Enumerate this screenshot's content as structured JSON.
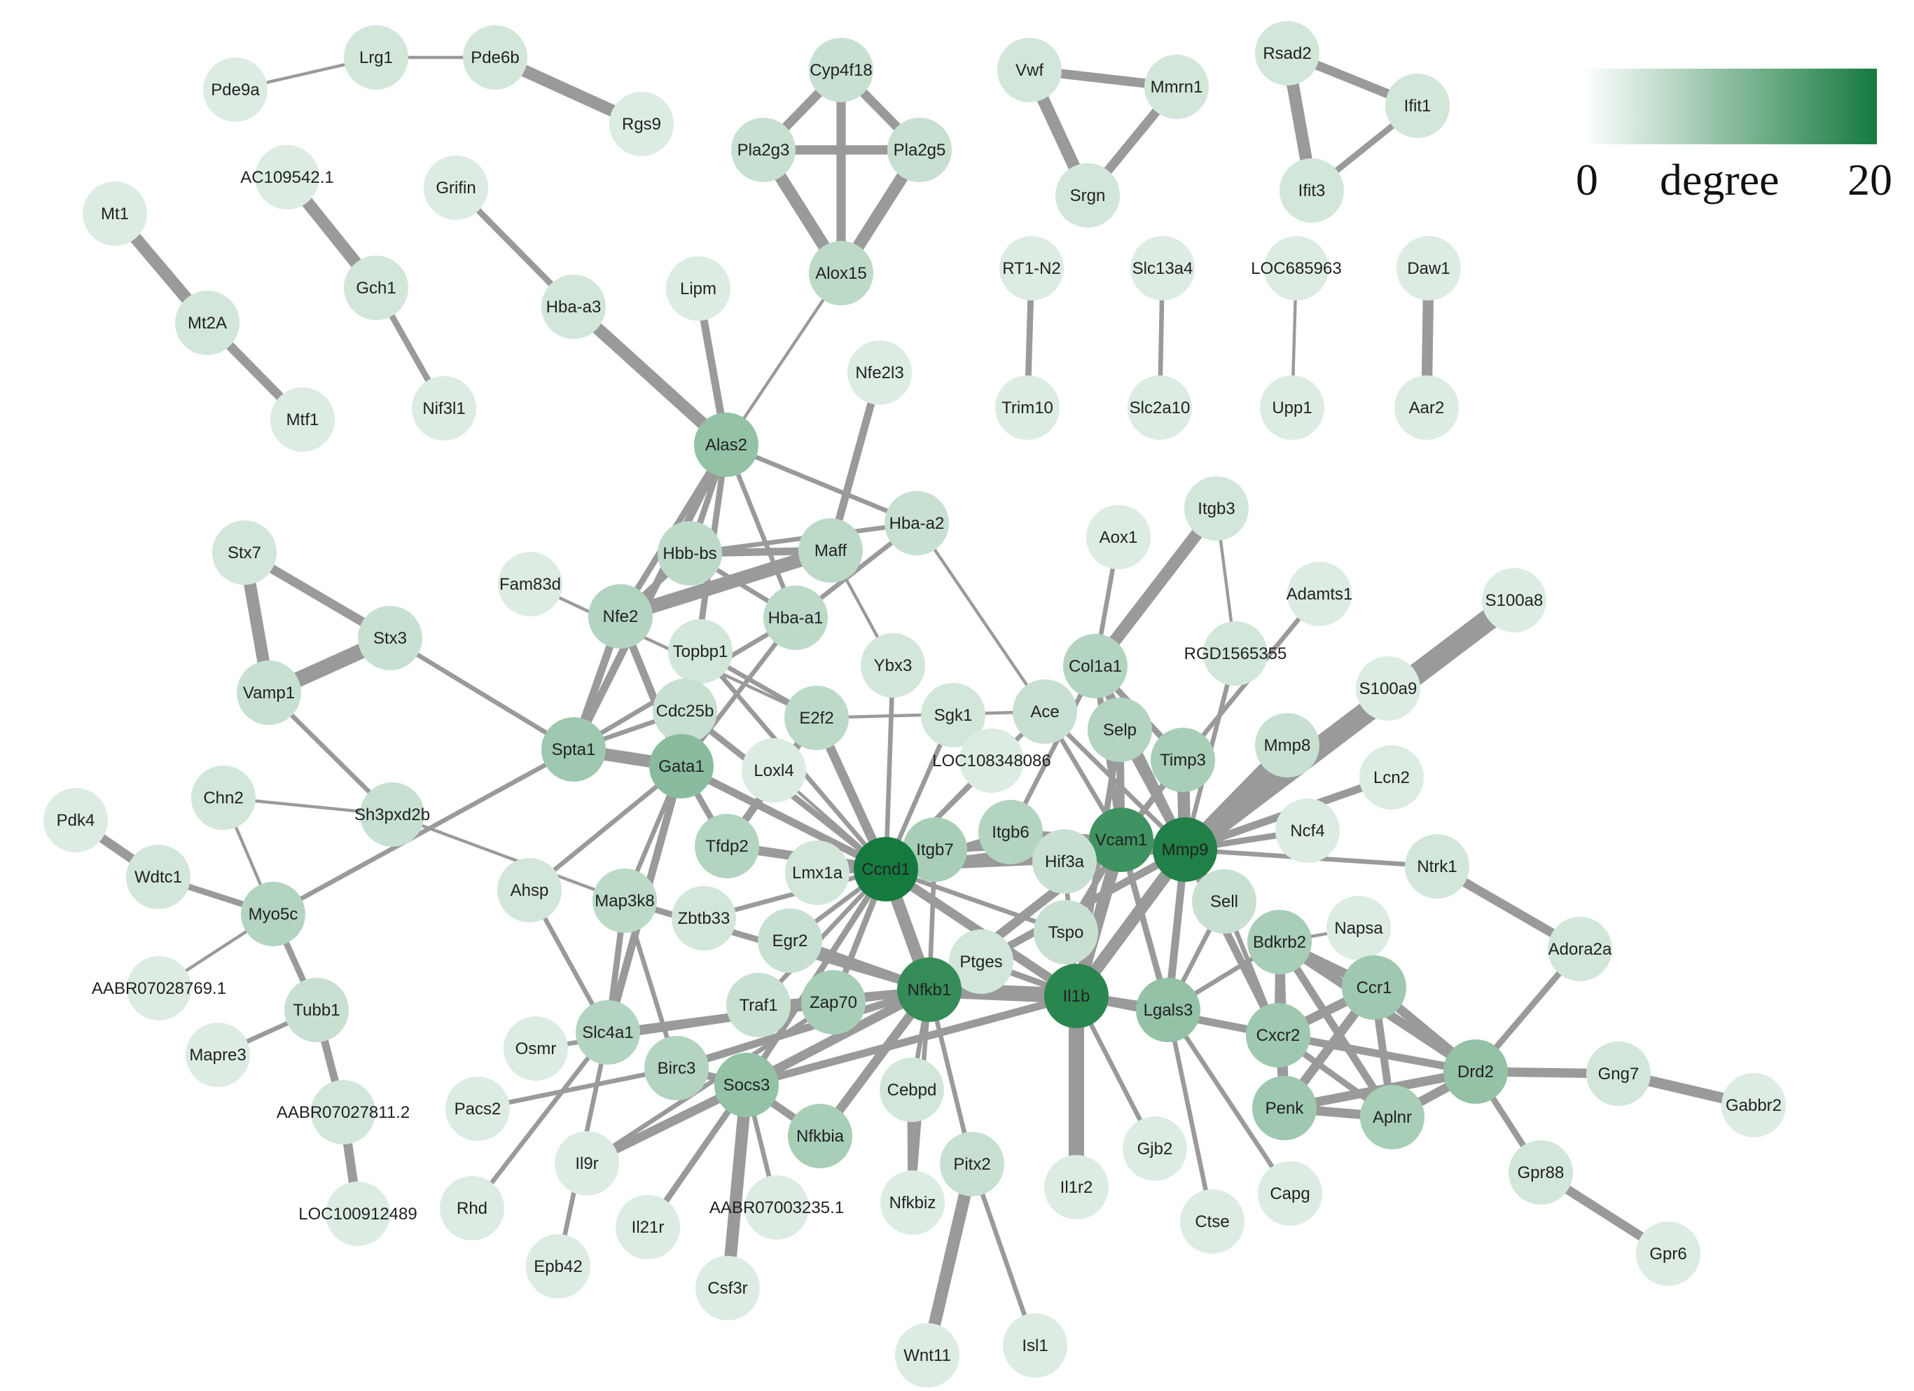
{
  "legend": {
    "min_label": "0",
    "title": "degree",
    "max_label": "20",
    "min_value": 0,
    "max_value": 20,
    "color_low": "#ffffff",
    "color_high": "#157a3e"
  },
  "edge_color": "#9a9a9a",
  "nodes": [
    {
      "id": "Pde9a",
      "degree": 1
    },
    {
      "id": "Lrg1",
      "degree": 2
    },
    {
      "id": "Pde6b",
      "degree": 2
    },
    {
      "id": "Rgs9",
      "degree": 1
    },
    {
      "id": "Cyp4f18",
      "degree": 3
    },
    {
      "id": "Pla2g3",
      "degree": 3
    },
    {
      "id": "Pla2g5",
      "degree": 3
    },
    {
      "id": "Alox15",
      "degree": 4
    },
    {
      "id": "Vwf",
      "degree": 2
    },
    {
      "id": "Mmrn1",
      "degree": 2
    },
    {
      "id": "Srgn",
      "degree": 2
    },
    {
      "id": "Rsad2",
      "degree": 2
    },
    {
      "id": "Ifit1",
      "degree": 2
    },
    {
      "id": "Ifit3",
      "degree": 2
    },
    {
      "id": "AC109542.1",
      "degree": 1
    },
    {
      "id": "Mt1",
      "degree": 1
    },
    {
      "id": "Mt2A",
      "degree": 2
    },
    {
      "id": "Mtf1",
      "degree": 1
    },
    {
      "id": "Gch1",
      "degree": 2
    },
    {
      "id": "Nif3l1",
      "degree": 1
    },
    {
      "id": "Grifin",
      "degree": 1
    },
    {
      "id": "Hba-a3",
      "degree": 2
    },
    {
      "id": "Lipm",
      "degree": 1
    },
    {
      "id": "RT1-N2",
      "degree": 1
    },
    {
      "id": "Trim10",
      "degree": 1
    },
    {
      "id": "Slc13a4",
      "degree": 1
    },
    {
      "id": "Slc2a10",
      "degree": 1
    },
    {
      "id": "LOC685963",
      "degree": 1
    },
    {
      "id": "Upp1",
      "degree": 1
    },
    {
      "id": "Daw1",
      "degree": 1
    },
    {
      "id": "Aar2",
      "degree": 1
    },
    {
      "id": "Nfe2l3",
      "degree": 1
    },
    {
      "id": "Alas2",
      "degree": 8
    },
    {
      "id": "Stx7",
      "degree": 2
    },
    {
      "id": "Stx3",
      "degree": 3
    },
    {
      "id": "Vamp1",
      "degree": 3
    },
    {
      "id": "Hbb-bs",
      "degree": 4
    },
    {
      "id": "Maff",
      "degree": 4
    },
    {
      "id": "Hba-a2",
      "degree": 3
    },
    {
      "id": "Fam83d",
      "degree": 1
    },
    {
      "id": "Nfe2",
      "degree": 5
    },
    {
      "id": "Hba-a1",
      "degree": 4
    },
    {
      "id": "Topbp1",
      "degree": 2
    },
    {
      "id": "Ybx3",
      "degree": 2
    },
    {
      "id": "Aox1",
      "degree": 1
    },
    {
      "id": "Itgb3",
      "degree": 2
    },
    {
      "id": "Adamts1",
      "degree": 1
    },
    {
      "id": "S100a8",
      "degree": 1
    },
    {
      "id": "RGD1565355",
      "degree": 2
    },
    {
      "id": "S100a9",
      "degree": 1
    },
    {
      "id": "Col1a1",
      "degree": 5
    },
    {
      "id": "Cdc25b",
      "degree": 3
    },
    {
      "id": "E2f2",
      "degree": 4
    },
    {
      "id": "Sgk1",
      "degree": 2
    },
    {
      "id": "Ace",
      "degree": 3
    },
    {
      "id": "Selp",
      "degree": 5
    },
    {
      "id": "Spta1",
      "degree": 7
    },
    {
      "id": "Gata1",
      "degree": 9
    },
    {
      "id": "Loxl4",
      "degree": 1
    },
    {
      "id": "LOC108348086",
      "degree": 1
    },
    {
      "id": "Timp3",
      "degree": 6
    },
    {
      "id": "Mmp8",
      "degree": 3
    },
    {
      "id": "Lcn2",
      "degree": 1
    },
    {
      "id": "Chn2",
      "degree": 2
    },
    {
      "id": "Sh3pxd2b",
      "degree": 3
    },
    {
      "id": "Pdk4",
      "degree": 1
    },
    {
      "id": "Wdtc1",
      "degree": 2
    },
    {
      "id": "Myo5c",
      "degree": 5
    },
    {
      "id": "Tfdp2",
      "degree": 5
    },
    {
      "id": "Itgb7",
      "degree": 6
    },
    {
      "id": "Itgb6",
      "degree": 5
    },
    {
      "id": "Vcam1",
      "degree": 16
    },
    {
      "id": "Mmp9",
      "degree": 19
    },
    {
      "id": "Ncf4",
      "degree": 1
    },
    {
      "id": "Ntrk1",
      "degree": 2
    },
    {
      "id": "Ahsp",
      "degree": 2
    },
    {
      "id": "Map3k8",
      "degree": 4
    },
    {
      "id": "Lmx1a",
      "degree": 2
    },
    {
      "id": "Ccnd1",
      "degree": 20
    },
    {
      "id": "Hif3a",
      "degree": 3
    },
    {
      "id": "Sell",
      "degree": 3
    },
    {
      "id": "Adora2a",
      "degree": 2
    },
    {
      "id": "AABR07028769.1",
      "degree": 1
    },
    {
      "id": "Zbtb33",
      "degree": 2
    },
    {
      "id": "Egr2",
      "degree": 3
    },
    {
      "id": "Tspo",
      "degree": 3
    },
    {
      "id": "Bdkrb2",
      "degree": 6
    },
    {
      "id": "Napsa",
      "degree": 1
    },
    {
      "id": "Tubb1",
      "degree": 3
    },
    {
      "id": "Ptges",
      "degree": 2
    },
    {
      "id": "Ccr1",
      "degree": 7
    },
    {
      "id": "Slc4a1",
      "degree": 5
    },
    {
      "id": "Traf1",
      "degree": 3
    },
    {
      "id": "Zap70",
      "degree": 6
    },
    {
      "id": "Nfkb1",
      "degree": 17
    },
    {
      "id": "Il1b",
      "degree": 18
    },
    {
      "id": "Lgals3",
      "degree": 8
    },
    {
      "id": "Cxcr2",
      "degree": 7
    },
    {
      "id": "Osmr",
      "degree": 1
    },
    {
      "id": "Mapre3",
      "degree": 1
    },
    {
      "id": "Birc3",
      "degree": 5
    },
    {
      "id": "Socs3",
      "degree": 8
    },
    {
      "id": "Cebpd",
      "degree": 2
    },
    {
      "id": "Drd2",
      "degree": 8
    },
    {
      "id": "Gng7",
      "degree": 2
    },
    {
      "id": "Gabbr2",
      "degree": 1
    },
    {
      "id": "AABR07027811.2",
      "degree": 2
    },
    {
      "id": "Pacs2",
      "degree": 1
    },
    {
      "id": "Nfkbia",
      "degree": 6
    },
    {
      "id": "Penk",
      "degree": 7
    },
    {
      "id": "Aplnr",
      "degree": 6
    },
    {
      "id": "Il9r",
      "degree": 1
    },
    {
      "id": "Pitx2",
      "degree": 3
    },
    {
      "id": "Gjb2",
      "degree": 1
    },
    {
      "id": "Capg",
      "degree": 1
    },
    {
      "id": "Gpr88",
      "degree": 2
    },
    {
      "id": "Il1r2",
      "degree": 1
    },
    {
      "id": "AABR07003235.1",
      "degree": 1
    },
    {
      "id": "Nfkbiz",
      "degree": 1
    },
    {
      "id": "Rhd",
      "degree": 1
    },
    {
      "id": "Ctse",
      "degree": 1
    },
    {
      "id": "LOC100912489",
      "degree": 1
    },
    {
      "id": "Il21r",
      "degree": 1
    },
    {
      "id": "Epb42",
      "degree": 1
    },
    {
      "id": "Csf3r",
      "degree": 1
    },
    {
      "id": "Gpr6",
      "degree": 1
    },
    {
      "id": "Wnt11",
      "degree": 1
    },
    {
      "id": "Isl1",
      "degree": 1
    }
  ],
  "edges": [
    [
      "Pde9a",
      "Lrg1",
      2
    ],
    [
      "Lrg1",
      "Pde6b",
      2
    ],
    [
      "Pde6b",
      "Rgs9",
      8
    ],
    [
      "Cyp4f18",
      "Pla2g3",
      6
    ],
    [
      "Cyp4f18",
      "Pla2g5",
      6
    ],
    [
      "Cyp4f18",
      "Alox15",
      6
    ],
    [
      "Pla2g3",
      "Pla2g5",
      6
    ],
    [
      "Pla2g3",
      "Alox15",
      8
    ],
    [
      "Pla2g5",
      "Alox15",
      8
    ],
    [
      "Vwf",
      "Mmrn1",
      6
    ],
    [
      "Vwf",
      "Srgn",
      8
    ],
    [
      "Mmrn1",
      "Srgn",
      6
    ],
    [
      "Rsad2",
      "Ifit1",
      6
    ],
    [
      "Rsad2",
      "Ifit3",
      8
    ],
    [
      "Ifit1",
      "Ifit3",
      4
    ],
    [
      "AC109542.1",
      "Gch1",
      8
    ],
    [
      "Gch1",
      "Nif3l1",
      4
    ],
    [
      "Mt1",
      "Mt2A",
      8
    ],
    [
      "Mt2A",
      "Mtf1",
      6
    ],
    [
      "Grifin",
      "Hba-a3",
      4
    ],
    [
      "Hba-a3",
      "Alas2",
      8
    ],
    [
      "Alox15",
      "Alas2",
      2
    ],
    [
      "Lipm",
      "Alas2",
      5
    ],
    [
      "RT1-N2",
      "Trim10",
      4
    ],
    [
      "Slc13a4",
      "Slc2a10",
      3
    ],
    [
      "LOC685963",
      "Upp1",
      2
    ],
    [
      "Daw1",
      "Aar2",
      7
    ],
    [
      "Nfe2l3",
      "Maff",
      5
    ],
    [
      "Alas2",
      "Hbb-bs",
      4
    ],
    [
      "Alas2",
      "Nfe2",
      4
    ],
    [
      "Alas2",
      "Hba-a1",
      3
    ],
    [
      "Alas2",
      "Hba-a2",
      3
    ],
    [
      "Alas2",
      "Spta1",
      5
    ],
    [
      "Alas2",
      "Gata1",
      4
    ],
    [
      "Hbb-bs",
      "Maff",
      5
    ],
    [
      "Hbb-bs",
      "Nfe2",
      4
    ],
    [
      "Hbb-bs",
      "Hba-a1",
      3
    ],
    [
      "Hbb-bs",
      "Hba-a2",
      3
    ],
    [
      "Nfe2",
      "Maff",
      9
    ],
    [
      "Nfe2",
      "Spta1",
      5
    ],
    [
      "Nfe2",
      "Gata1",
      5
    ],
    [
      "Hba-a2",
      "Hba-a1",
      3
    ],
    [
      "Hba-a2",
      "Ace",
      2
    ],
    [
      "Maff",
      "Ybx3",
      2
    ],
    [
      "Hba-a1",
      "Gata1",
      3
    ],
    [
      "Hba-a1",
      "Spta1",
      3
    ],
    [
      "Stx7",
      "Stx3",
      6
    ],
    [
      "Stx7",
      "Vamp1",
      8
    ],
    [
      "Stx3",
      "Vamp1",
      10
    ],
    [
      "Stx3",
      "Spta1",
      3
    ],
    [
      "Vamp1",
      "Sh3pxd2b",
      3
    ],
    [
      "Fam83d",
      "E2f2",
      2
    ],
    [
      "Topbp1",
      "E2f2",
      3
    ],
    [
      "Topbp1",
      "Ccnd1",
      3
    ],
    [
      "Cdc25b",
      "Ccnd1",
      4
    ],
    [
      "Cdc25b",
      "Spta1",
      3
    ],
    [
      "E2f2",
      "Ccnd1",
      6
    ],
    [
      "E2f2",
      "Tfdp2",
      5
    ],
    [
      "E2f2",
      "Ace",
      2
    ],
    [
      "Sgk1",
      "Ccnd1",
      3
    ],
    [
      "Ybx3",
      "Ccnd1",
      3
    ],
    [
      "Aox1",
      "Col1a1",
      3
    ],
    [
      "Itgb3",
      "Col1a1",
      8
    ],
    [
      "Itgb3",
      "RGD1565355",
      2
    ],
    [
      "Adamts1",
      "Timp3",
      3
    ],
    [
      "S100a8",
      "Mmp9",
      14
    ],
    [
      "S100a9",
      "Mmp9",
      4
    ],
    [
      "RGD1565355",
      "Mmp9",
      3
    ],
    [
      "Col1a1",
      "Mmp9",
      6
    ],
    [
      "Col1a1",
      "Timp3",
      4
    ],
    [
      "Col1a1",
      "Vcam1",
      4
    ],
    [
      "Col1a1",
      "Itgb6",
      3
    ],
    [
      "Ace",
      "Vcam1",
      3
    ],
    [
      "Ace",
      "Mmp9",
      3
    ],
    [
      "Ace",
      "Ccnd1",
      3
    ],
    [
      "Selp",
      "Vcam1",
      5
    ],
    [
      "Selp",
      "Mmp9",
      5
    ],
    [
      "Selp",
      "Il1b",
      4
    ],
    [
      "Spta1",
      "Gata1",
      8
    ],
    [
      "Spta1",
      "Myo5c",
      3
    ],
    [
      "Gata1",
      "Ccnd1",
      5
    ],
    [
      "Gata1",
      "Tfdp2",
      4
    ],
    [
      "Gata1",
      "Slc4a1",
      5
    ],
    [
      "Gata1",
      "Ahsp",
      3
    ],
    [
      "Gata1",
      "Map3k8",
      3
    ],
    [
      "Loxl4",
      "Ccnd1",
      2
    ],
    [
      "LOC108348086",
      "Ccnd1",
      2
    ],
    [
      "Timp3",
      "Mmp9",
      8
    ],
    [
      "Timp3",
      "Vcam1",
      4
    ],
    [
      "Mmp8",
      "Mmp9",
      8
    ],
    [
      "Lcn2",
      "Mmp9",
      5
    ],
    [
      "Chn2",
      "Sh3pxd2b",
      2
    ],
    [
      "Chn2",
      "Myo5c",
      2
    ],
    [
      "Sh3pxd2b",
      "Map3k8",
      2
    ],
    [
      "Pdk4",
      "Wdtc1",
      6
    ],
    [
      "Wdtc1",
      "Myo5c",
      4
    ],
    [
      "Myo5c",
      "AABR07028769.1",
      2
    ],
    [
      "Myo5c",
      "Tubb1",
      4
    ],
    [
      "Tfdp2",
      "Ccnd1",
      6
    ],
    [
      "Itgb7",
      "Ccnd1",
      4
    ],
    [
      "Itgb7",
      "Vcam1",
      5
    ],
    [
      "Itgb7",
      "Nfkb1",
      3
    ],
    [
      "Itgb6",
      "Vcam1",
      4
    ],
    [
      "Itgb6",
      "Ccnd1",
      3
    ],
    [
      "Vcam1",
      "Mmp9",
      8
    ],
    [
      "Vcam1",
      "Nfkb1",
      6
    ],
    [
      "Vcam1",
      "Il1b",
      8
    ],
    [
      "Vcam1",
      "Ccnd1",
      5
    ],
    [
      "Vcam1",
      "Tspo",
      4
    ],
    [
      "Vcam1",
      "Lgals3",
      4
    ],
    [
      "Mmp9",
      "Il1b",
      8
    ],
    [
      "Mmp9",
      "Ncf4",
      4
    ],
    [
      "Mmp9",
      "Ntrk1",
      3
    ],
    [
      "Mmp9",
      "Sell",
      4
    ],
    [
      "Mmp9",
      "Lgals3",
      5
    ],
    [
      "Mmp9",
      "Cxcr2",
      5
    ],
    [
      "Mmp9",
      "Ccnd1",
      4
    ],
    [
      "Mmp9",
      "Nfkb1",
      5
    ],
    [
      "Ntrk1",
      "Adora2a",
      6
    ],
    [
      "Ahsp",
      "Slc4a1",
      3
    ],
    [
      "Map3k8",
      "Nfkb1",
      4
    ],
    [
      "Map3k8",
      "Slc4a1",
      4
    ],
    [
      "Map3k8",
      "Birc3",
      3
    ],
    [
      "Lmx1a",
      "Ccnd1",
      3
    ],
    [
      "Ccnd1",
      "Nfkb1",
      8
    ],
    [
      "Ccnd1",
      "Il1b",
      6
    ],
    [
      "Ccnd1",
      "Zap70",
      4
    ],
    [
      "Ccnd1",
      "Egr2",
      3
    ],
    [
      "Ccnd1",
      "Socs3",
      4
    ],
    [
      "Ccnd1",
      "Hif3a",
      3
    ],
    [
      "Ccnd1",
      "Tspo",
      3
    ],
    [
      "Ccnd1",
      "Traf1",
      3
    ],
    [
      "Hif3a",
      "Il1b",
      3
    ],
    [
      "Sell",
      "Lgals3",
      3
    ],
    [
      "Sell",
      "Cxcr2",
      3
    ],
    [
      "Adora2a",
      "Drd2",
      4
    ],
    [
      "Zbtb33",
      "Ccnd1",
      3
    ],
    [
      "Egr2",
      "Nfkb1",
      6
    ],
    [
      "Tspo",
      "Il1b",
      4
    ],
    [
      "Bdkrb2",
      "Ccr1",
      6
    ],
    [
      "Bdkrb2",
      "Drd2",
      6
    ],
    [
      "Bdkrb2",
      "Penk",
      6
    ],
    [
      "Bdkrb2",
      "Aplnr",
      5
    ],
    [
      "Bdkrb2",
      "Cxcr2",
      5
    ],
    [
      "Bdkrb2",
      "Lgals3",
      3
    ],
    [
      "Napsa",
      "Bdkrb2",
      2
    ],
    [
      "Tubb1",
      "Mapre3",
      3
    ],
    [
      "Tubb1",
      "AABR07027811.2",
      5
    ],
    [
      "Ptges",
      "Il1b",
      4
    ],
    [
      "Ccr1",
      "Drd2",
      6
    ],
    [
      "Ccr1",
      "Penk",
      6
    ],
    [
      "Ccr1",
      "Aplnr",
      5
    ],
    [
      "Ccr1",
      "Cxcr2",
      6
    ],
    [
      "Slc4a1",
      "Nfkb1",
      4
    ],
    [
      "Slc4a1",
      "Epb42",
      3
    ],
    [
      "Slc4a1",
      "Rhd",
      3
    ],
    [
      "Traf1",
      "Nfkb1",
      4
    ],
    [
      "Zap70",
      "Nfkb1",
      5
    ],
    [
      "Nfkb1",
      "Il1b",
      10
    ],
    [
      "Nfkb1",
      "Socs3",
      6
    ],
    [
      "Nfkb1",
      "Birc3",
      5
    ],
    [
      "Nfkb1",
      "Nfkbia",
      6
    ],
    [
      "Nfkb1",
      "Cebpd",
      3
    ],
    [
      "Nfkb1",
      "Nfkbiz",
      3
    ],
    [
      "Nfkb1",
      "Pitx2",
      3
    ],
    [
      "Nfkb1",
      "Osmr",
      3
    ],
    [
      "Il1b",
      "Socs3",
      5
    ],
    [
      "Il1b",
      "Lgals3",
      6
    ],
    [
      "Il1b",
      "Il1r2",
      10
    ],
    [
      "Il1b",
      "Gjb2",
      3
    ],
    [
      "Il1b",
      "Cxcr2",
      5
    ],
    [
      "Lgals3",
      "Ctse",
      3
    ],
    [
      "Lgals3",
      "Capg",
      3
    ],
    [
      "Cxcr2",
      "Penk",
      5
    ],
    [
      "Cxcr2",
      "Drd2",
      5
    ],
    [
      "Cxcr2",
      "Aplnr",
      4
    ],
    [
      "Birc3",
      "Socs3",
      5
    ],
    [
      "Socs3",
      "Nfkbia",
      5
    ],
    [
      "Socs3",
      "Csf3r",
      8
    ],
    [
      "Socs3",
      "Il21r",
      4
    ],
    [
      "Socs3",
      "Il9r",
      6
    ],
    [
      "Socs3",
      "AABR07003235.1",
      3
    ],
    [
      "Cebpd",
      "Nfkbiz",
      6
    ],
    [
      "Drd2",
      "Penk",
      6
    ],
    [
      "Drd2",
      "Aplnr",
      6
    ],
    [
      "Drd2",
      "Gng7",
      6
    ],
    [
      "Drd2",
      "Gpr88",
      4
    ],
    [
      "Gng7",
      "Gabbr2",
      7
    ],
    [
      "Pacs2",
      "Birc3",
      3
    ],
    [
      "Penk",
      "Aplnr",
      6
    ],
    [
      "Il9r",
      "Zap70",
      3
    ],
    [
      "Pitx2",
      "Wnt11",
      8
    ],
    [
      "Pitx2",
      "Isl1",
      3
    ],
    [
      "Gpr88",
      "Gpr6",
      6
    ],
    [
      "AABR07027811.2",
      "LOC100912489",
      6
    ]
  ]
}
